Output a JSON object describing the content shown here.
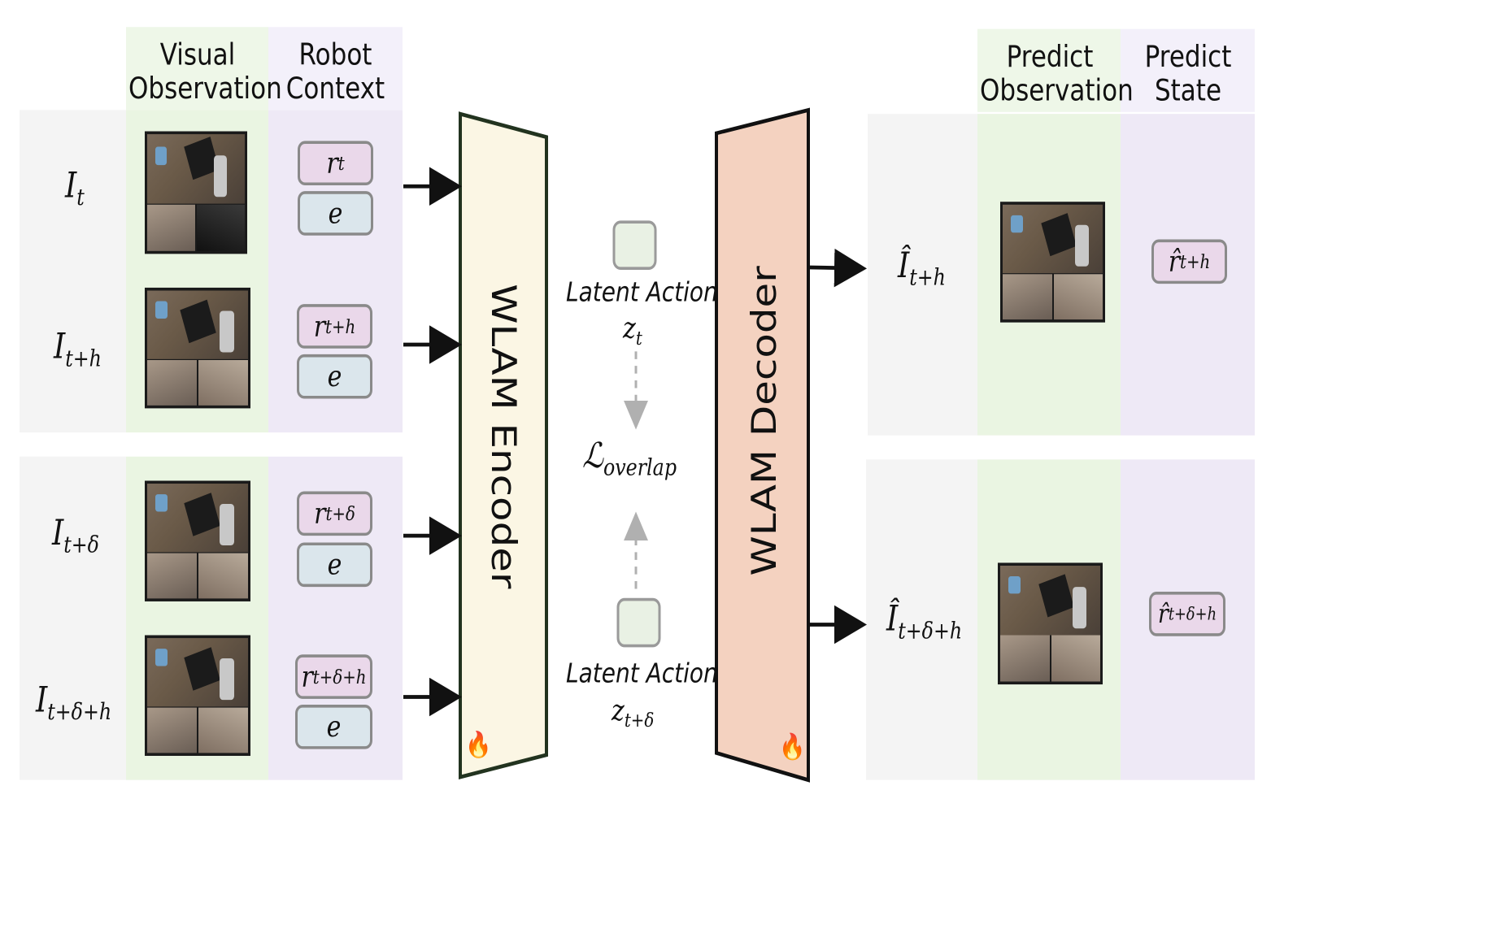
{
  "headers": {
    "visual_observation": "Visual Observation",
    "robot_context": "Robot Context",
    "predict_observation": "Predict Observation",
    "predict_state": "Predict State"
  },
  "inputs": [
    {
      "frame": "I",
      "sub": "t",
      "r_sub": "t",
      "e": "e"
    },
    {
      "frame": "I",
      "sub": "t+h",
      "r_sub": "t+h",
      "e": "e"
    },
    {
      "frame": "I",
      "sub": "t+δ",
      "r_sub": "t+δ",
      "e": "e"
    },
    {
      "frame": "I",
      "sub": "t+δ+h",
      "r_sub": "t+δ+h",
      "e": "e"
    }
  ],
  "encoder": {
    "label": "WLAM Encoder",
    "flame": "🔥"
  },
  "decoder": {
    "label": "WLAM Decoder",
    "flame": "🔥"
  },
  "latents": [
    {
      "caption": "Latent Action",
      "z_sub": "t"
    },
    {
      "caption": "Latent Action",
      "z_sub": "t+δ"
    }
  ],
  "loss": {
    "symbol": "ℒ",
    "sub": "overlap"
  },
  "outputs": [
    {
      "frame": "Î",
      "sub": "t+h",
      "r_sub": "t+h"
    },
    {
      "frame": "Î",
      "sub": "t+δ+h",
      "r_sub": "t+δ+h"
    }
  ],
  "letters": {
    "r": "r",
    "r_hat": "r̂",
    "z": "z"
  },
  "colors": {
    "gray_panel": "#f4f4f4",
    "green_panel": "#eaf5e2",
    "purple_panel": "#eee9f6",
    "encoder_fill": "#fbf6e4",
    "encoder_stroke": "#22331f",
    "decoder_fill": "#f4d2c0",
    "decoder_stroke": "#111111",
    "latent_box": "#e9f1e4"
  }
}
